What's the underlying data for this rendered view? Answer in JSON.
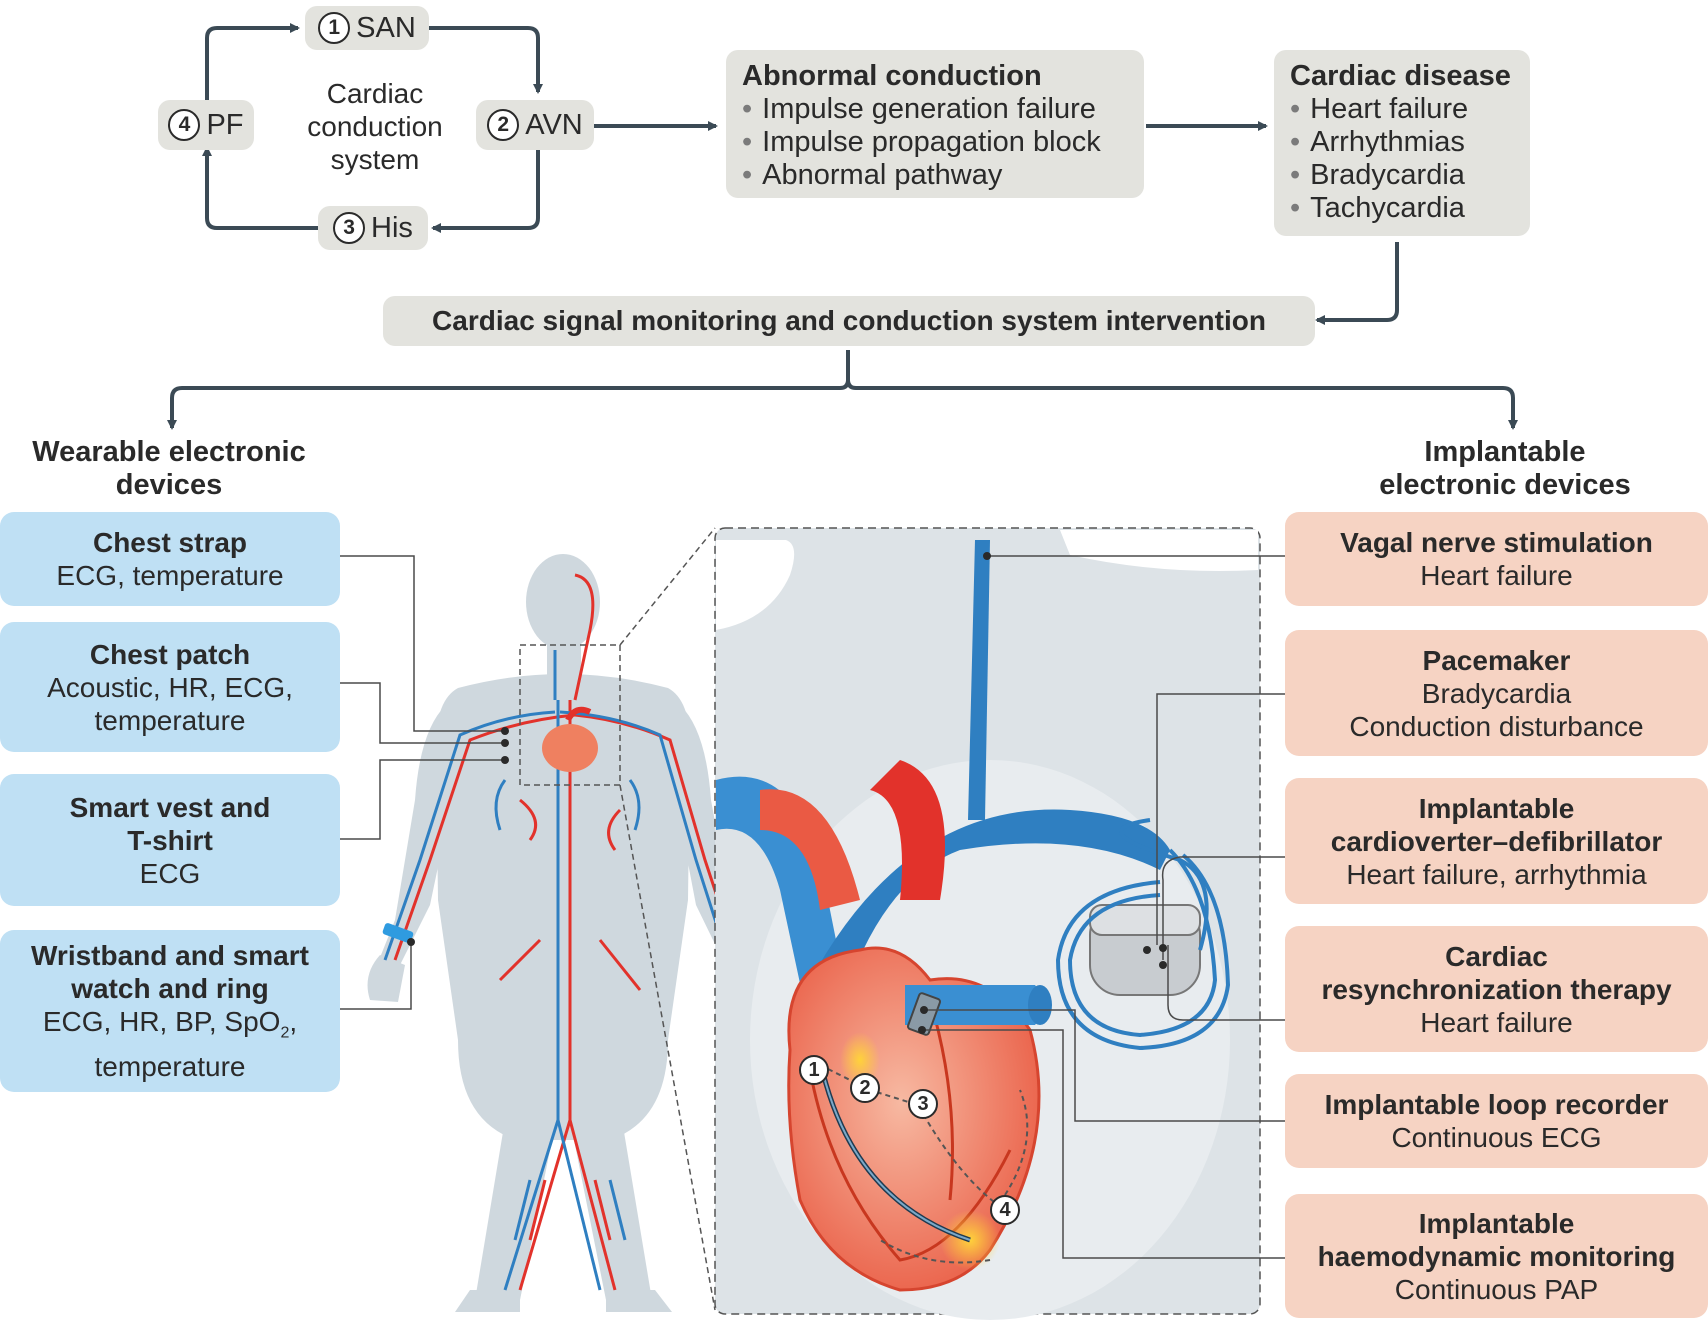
{
  "cycle": {
    "center_label": [
      "Cardiac",
      "conduction",
      "system"
    ],
    "nodes": [
      {
        "num": "1",
        "label": "SAN"
      },
      {
        "num": "2",
        "label": "AVN"
      },
      {
        "num": "3",
        "label": "His"
      },
      {
        "num": "4",
        "label": "PF"
      }
    ]
  },
  "abnormal": {
    "title": "Abnormal conduction",
    "items": [
      "Impulse generation failure",
      "Impulse propagation block",
      "Abnormal pathway"
    ]
  },
  "disease": {
    "title": "Cardiac disease",
    "items": [
      "Heart failure",
      "Arrhythmias",
      "Bradycardia",
      "Tachycardia"
    ]
  },
  "central_box": "Cardiac signal monitoring and conduction system intervention",
  "wearable": {
    "heading": [
      "Wearable electronic",
      "devices"
    ],
    "boxes": [
      {
        "title": [
          "Chest strap"
        ],
        "detail": [
          "ECG, temperature"
        ]
      },
      {
        "title": [
          "Chest patch"
        ],
        "detail": [
          "Acoustic, HR, ECG,",
          "temperature"
        ]
      },
      {
        "title": [
          "Smart vest and",
          "T-shirt"
        ],
        "detail": [
          "ECG"
        ]
      },
      {
        "title": [
          "Wristband and smart",
          "watch and ring"
        ],
        "detail": [
          "ECG, HR, BP, SpO",
          "temperature"
        ],
        "subscript": "2",
        "subscript_suffix": ","
      }
    ]
  },
  "implantable": {
    "heading": [
      "Implantable",
      "electronic devices"
    ],
    "boxes": [
      {
        "title": [
          "Vagal nerve stimulation"
        ],
        "detail": [
          "Heart failure"
        ]
      },
      {
        "title": [
          "Pacemaker"
        ],
        "detail": [
          "Bradycardia",
          "Conduction disturbance"
        ]
      },
      {
        "title": [
          "Implantable",
          "cardioverter–defibrillator"
        ],
        "detail": [
          "Heart failure, arrhythmia"
        ]
      },
      {
        "title": [
          "Cardiac",
          "resynchronization therapy"
        ],
        "detail": [
          "Heart failure"
        ]
      },
      {
        "title": [
          "Implantable loop recorder"
        ],
        "detail": [
          "Continuous ECG"
        ]
      },
      {
        "title": [
          "Implantable",
          "haemodynamic monitoring"
        ],
        "detail": [
          "Continuous PAP"
        ]
      }
    ]
  },
  "heart_markers": [
    "1",
    "2",
    "3",
    "4"
  ],
  "colors": {
    "grey_box": "#e3e3de",
    "blue_box": "#bfe0f4",
    "pink_box": "#f6d3c3",
    "arrow": "#3b4a55",
    "artery": "#e2322b",
    "vein": "#2f7fc1",
    "body": "#cfd8de",
    "panel": "#dde3e7"
  }
}
